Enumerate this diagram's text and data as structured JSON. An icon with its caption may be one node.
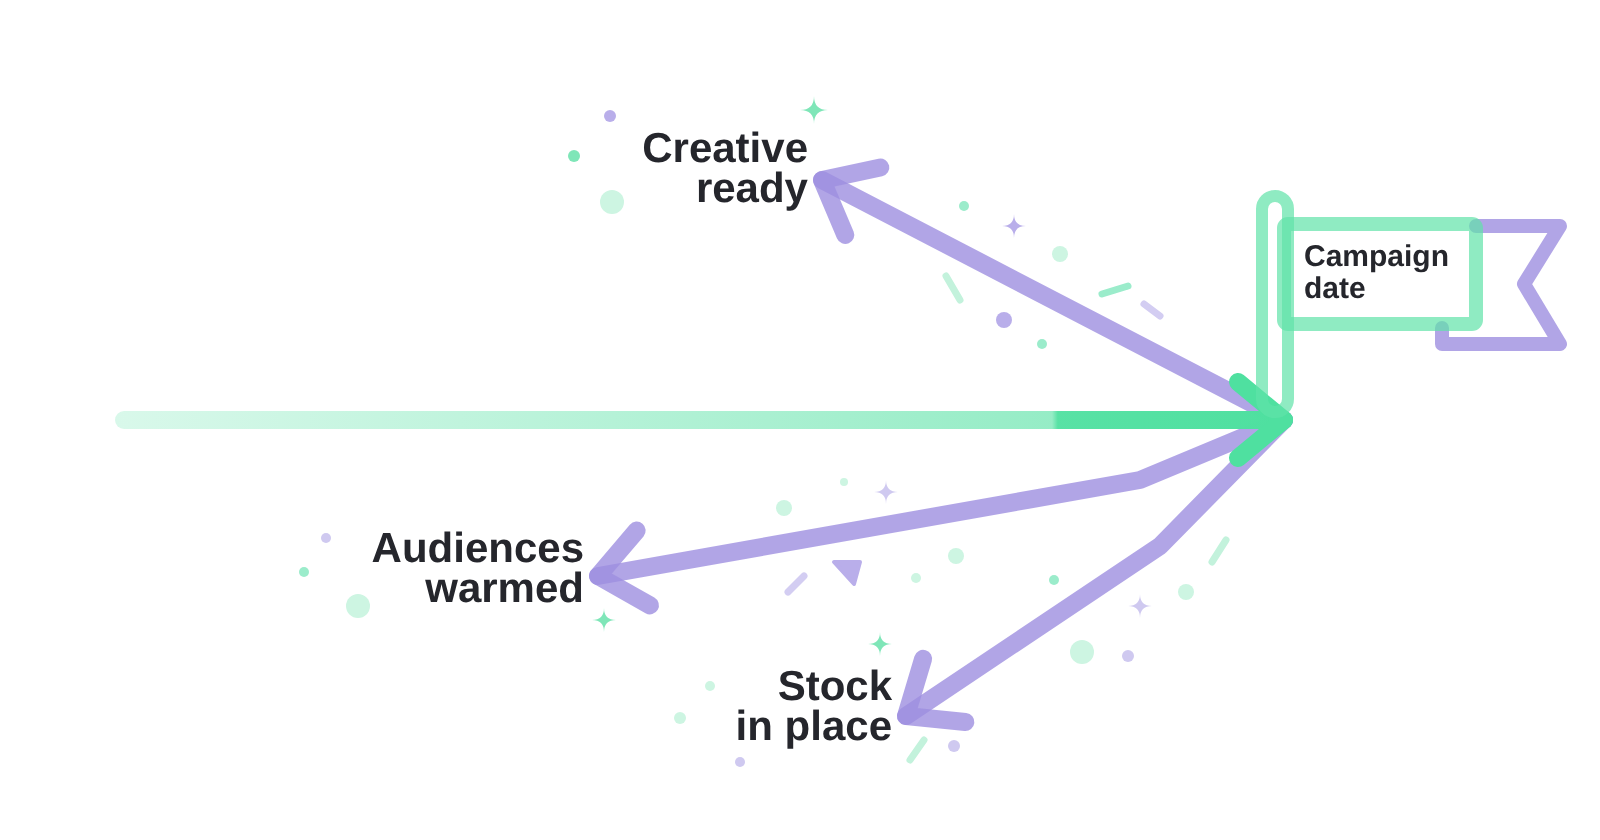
{
  "diagram": {
    "nodes": [
      {
        "text": [
          "Campaign date"
        ]
      },
      {
        "text": [
          "Creative ready"
        ]
      },
      {
        "text": [
          "Audiences warmed"
        ]
      },
      {
        "text": [
          "Stock in place"
        ]
      }
    ],
    "edges": [
      {
        "from": null,
        "to": 0,
        "arrow": "to",
        "color": "#4fe0a0"
      },
      {
        "from": 0,
        "to": 1,
        "arrow": "to"
      },
      {
        "from": 0,
        "to": 2,
        "arrow": "to"
      },
      {
        "from": 0,
        "to": 3,
        "arrow": "to"
      }
    ]
  }
}
